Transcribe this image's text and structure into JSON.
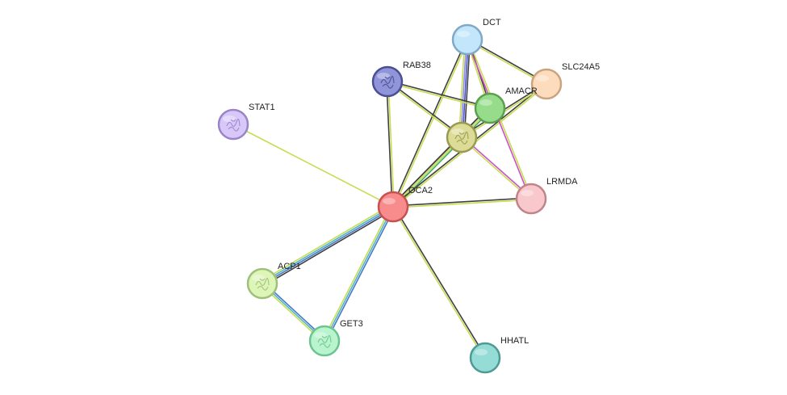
{
  "nodes": [
    {
      "id": "DCT",
      "label": "DCT",
      "fill": "#c3e6fa",
      "stroke": "#7fa9c8",
      "icon": "none"
    },
    {
      "id": "SLC24A5",
      "label": "SLC24A5",
      "fill": "#fcdcbc",
      "stroke": "#c9a47e",
      "icon": "none"
    },
    {
      "id": "RAB38",
      "label": "RAB38",
      "fill": "#8f95d8",
      "stroke": "#4a4f94",
      "icon": "protein-structure-icon"
    },
    {
      "id": "AMACR",
      "label": "AMACR",
      "fill": "#96dc8a",
      "stroke": "#5aa04e",
      "icon": "none"
    },
    {
      "id": "TYR",
      "label": "",
      "fill": "#dcdc96",
      "stroke": "#9a9a52",
      "icon": "protein-structure-icon"
    },
    {
      "id": "STAT1",
      "label": "STAT1",
      "fill": "#d8c8fa",
      "stroke": "#9a84c8",
      "icon": "protein-structure-icon"
    },
    {
      "id": "LRMDA",
      "label": "LRMDA",
      "fill": "#f8c8cc",
      "stroke": "#c0848a",
      "icon": "none"
    },
    {
      "id": "OCA2",
      "label": "OCA2",
      "fill": "#f88c8c",
      "stroke": "#c85050",
      "icon": "none"
    },
    {
      "id": "ACP1",
      "label": "ACP1",
      "fill": "#def5b8",
      "stroke": "#9ec07a",
      "icon": "protein-structure-icon"
    },
    {
      "id": "GET3",
      "label": "GET3",
      "fill": "#b8f5ce",
      "stroke": "#6ec490",
      "icon": "protein-structure-icon"
    },
    {
      "id": "HHATL",
      "label": "HHATL",
      "fill": "#96dcd6",
      "stroke": "#4e9a94",
      "icon": "none"
    }
  ],
  "edges": [
    {
      "source": "OCA2",
      "target": "STAT1",
      "colors": [
        "#c8dc50"
      ]
    },
    {
      "source": "OCA2",
      "target": "RAB38",
      "colors": [
        "#404040",
        "#c8dc50"
      ]
    },
    {
      "source": "OCA2",
      "target": "DCT",
      "colors": [
        "#404040",
        "#c8dc50"
      ]
    },
    {
      "source": "OCA2",
      "target": "TYR",
      "colors": [
        "#404040",
        "#c8dc50",
        "#50b464"
      ]
    },
    {
      "source": "OCA2",
      "target": "AMACR",
      "colors": [
        "#404040",
        "#c8dc50",
        "#50b464"
      ]
    },
    {
      "source": "OCA2",
      "target": "SLC24A5",
      "colors": [
        "#404040",
        "#c8dc50"
      ]
    },
    {
      "source": "OCA2",
      "target": "LRMDA",
      "colors": [
        "#404040",
        "#c8dc50"
      ]
    },
    {
      "source": "OCA2",
      "target": "ACP1",
      "colors": [
        "#404040",
        "#4a78c8",
        "#50b4c8",
        "#c8dc50"
      ]
    },
    {
      "source": "OCA2",
      "target": "GET3",
      "colors": [
        "#4a78c8",
        "#50b4c8",
        "#c8dc50"
      ]
    },
    {
      "source": "OCA2",
      "target": "HHATL",
      "colors": [
        "#404040",
        "#c8dc50"
      ]
    },
    {
      "source": "ACP1",
      "target": "GET3",
      "colors": [
        "#4a78c8",
        "#50b4c8",
        "#c8dc50"
      ]
    },
    {
      "source": "DCT",
      "target": "TYR",
      "colors": [
        "#404040",
        "#4a50c8",
        "#8c8cdc",
        "#c8dc50"
      ]
    },
    {
      "source": "DCT",
      "target": "AMACR",
      "colors": [
        "#404040",
        "#c8dc50"
      ]
    },
    {
      "source": "DCT",
      "target": "SLC24A5",
      "colors": [
        "#404040",
        "#c8dc50"
      ]
    },
    {
      "source": "DCT",
      "target": "LRMDA",
      "colors": [
        "#c8dc50",
        "#c850c8"
      ]
    },
    {
      "source": "RAB38",
      "target": "TYR",
      "colors": [
        "#404040",
        "#c8dc50"
      ]
    },
    {
      "source": "RAB38",
      "target": "AMACR",
      "colors": [
        "#404040",
        "#c8dc50"
      ]
    },
    {
      "source": "TYR",
      "target": "AMACR",
      "colors": [
        "#404040",
        "#c8dc50",
        "#50b464"
      ]
    },
    {
      "source": "TYR",
      "target": "SLC24A5",
      "colors": [
        "#404040",
        "#c8dc50"
      ]
    },
    {
      "source": "TYR",
      "target": "LRMDA",
      "colors": [
        "#c850c8",
        "#c8dc50"
      ]
    }
  ]
}
